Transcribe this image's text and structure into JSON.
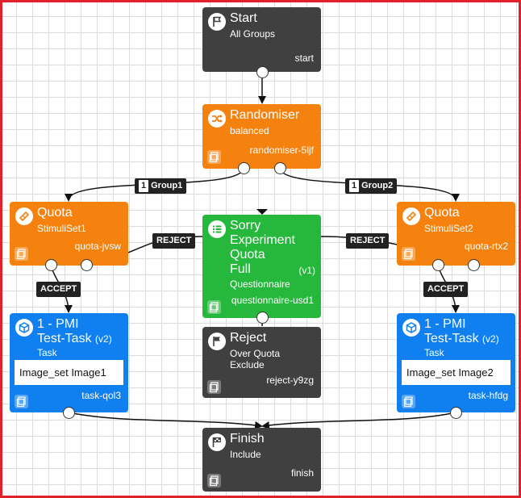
{
  "nodes": {
    "start": {
      "title": "Start",
      "subtitle": "All Groups",
      "id": "start",
      "icon": "flag-icon"
    },
    "randomiser": {
      "title": "Randomiser",
      "subtitle": "balanced",
      "id": "randomiser-5ljf",
      "icon": "shuffle-icon"
    },
    "quota1": {
      "title": "Quota",
      "subtitle": "StimuliSet1",
      "id": "quota-jvsw",
      "icon": "ticket-icon"
    },
    "sorry": {
      "title_lines": [
        "Sorry",
        "Experiment",
        "Quota",
        "Full"
      ],
      "version": "(v1)",
      "subtitle": "Questionnaire",
      "id": "questionnaire-usd1",
      "icon": "list-icon"
    },
    "quota2": {
      "title": "Quota",
      "subtitle": "StimuliSet2",
      "id": "quota-rtx2",
      "icon": "ticket-icon"
    },
    "task1": {
      "title_lines": [
        "1 - PMI",
        "Test-Task"
      ],
      "version": "(v2)",
      "subtitle": "Task",
      "content": "Image_set Image1",
      "id": "task-qol3",
      "icon": "cube-icon"
    },
    "reject": {
      "title": "Reject",
      "subtitle_lines": [
        "Over Quota",
        "Exclude"
      ],
      "id": "reject-y9zg",
      "icon": "flag-icon"
    },
    "task2": {
      "title_lines": [
        "1 - PMI",
        "Test-Task"
      ],
      "version": "(v2)",
      "subtitle": "Task",
      "content": "Image_set Image2",
      "id": "task-hfdg",
      "icon": "cube-icon"
    },
    "finish": {
      "title": "Finish",
      "subtitle": "Include",
      "id": "finish",
      "icon": "finish-flag-icon"
    }
  },
  "edge_labels": {
    "group1": {
      "num": "1",
      "text": "Group1"
    },
    "group2": {
      "num": "1",
      "text": "Group2"
    },
    "reject_left": "REJECT",
    "reject_right": "REJECT",
    "accept_left": "ACCEPT",
    "accept_right": "ACCEPT"
  },
  "colors": {
    "dark": "#404040",
    "orange": "#f5820f",
    "green": "#26b83c",
    "blue": "#1080f0",
    "frame": "#e0202a"
  }
}
